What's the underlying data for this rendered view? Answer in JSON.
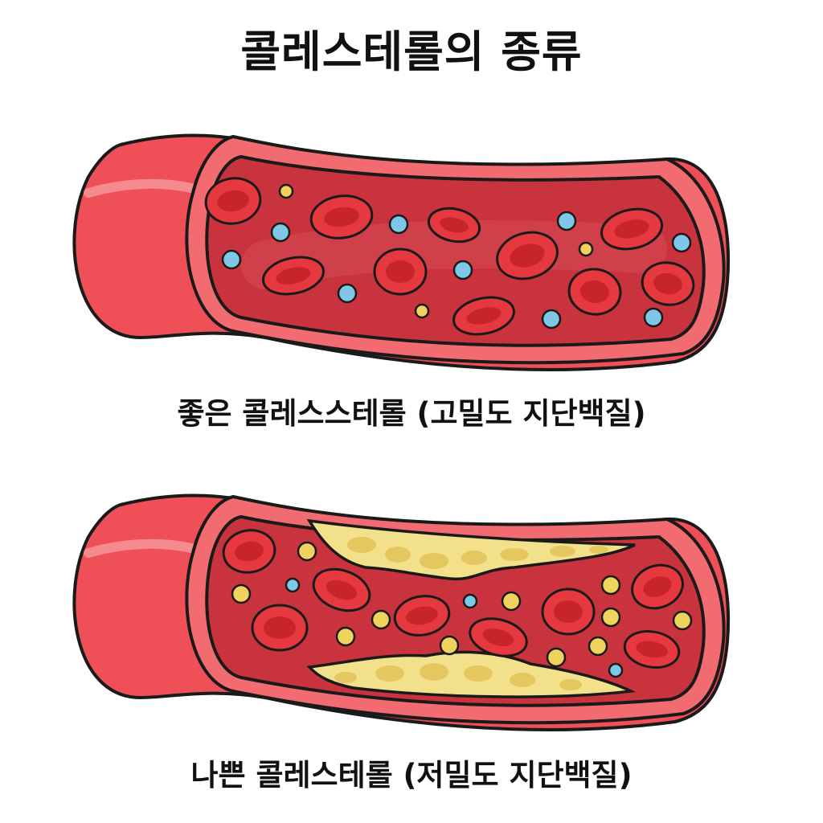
{
  "title": "콜레스테롤의 종류",
  "good": {
    "caption": "좋은 콜레스스테롤 (고밀도 지단백질)"
  },
  "bad": {
    "caption": "나쁜 콜레스테롤 (저밀도 지단백질)"
  },
  "colors": {
    "vessel_outer": "#ef4f57",
    "vessel_lumen": "#c9333e",
    "red_cell": "#e5393f",
    "hdl_particle": "#7fc7e6",
    "ldl_particle": "#f0d35c",
    "plaque": "#f2e08a",
    "outline": "#1a1a1a"
  }
}
